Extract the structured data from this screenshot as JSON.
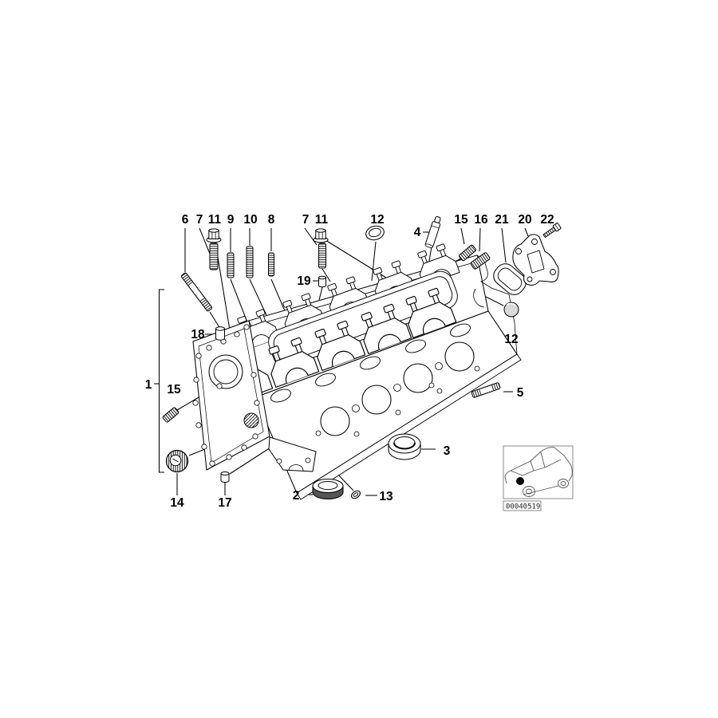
{
  "diagram": {
    "background_color": "#ffffff",
    "line_color": "#000000",
    "subject": "cylinder head exploded parts diagram",
    "image_code": "00040519",
    "callouts": [
      {
        "label": "6"
      },
      {
        "label": "7"
      },
      {
        "label": "11"
      },
      {
        "label": "9"
      },
      {
        "label": "10"
      },
      {
        "label": "8"
      },
      {
        "label": "7"
      },
      {
        "label": "11"
      },
      {
        "label": "12"
      },
      {
        "label": "4"
      },
      {
        "label": "15"
      },
      {
        "label": "16"
      },
      {
        "label": "21"
      },
      {
        "label": "20"
      },
      {
        "label": "22"
      },
      {
        "label": "19"
      },
      {
        "label": "18"
      },
      {
        "label": "12"
      },
      {
        "label": "5"
      },
      {
        "label": "1"
      },
      {
        "label": "15"
      },
      {
        "label": "3"
      },
      {
        "label": "2"
      },
      {
        "label": "13"
      },
      {
        "label": "14"
      },
      {
        "label": "17"
      }
    ]
  }
}
